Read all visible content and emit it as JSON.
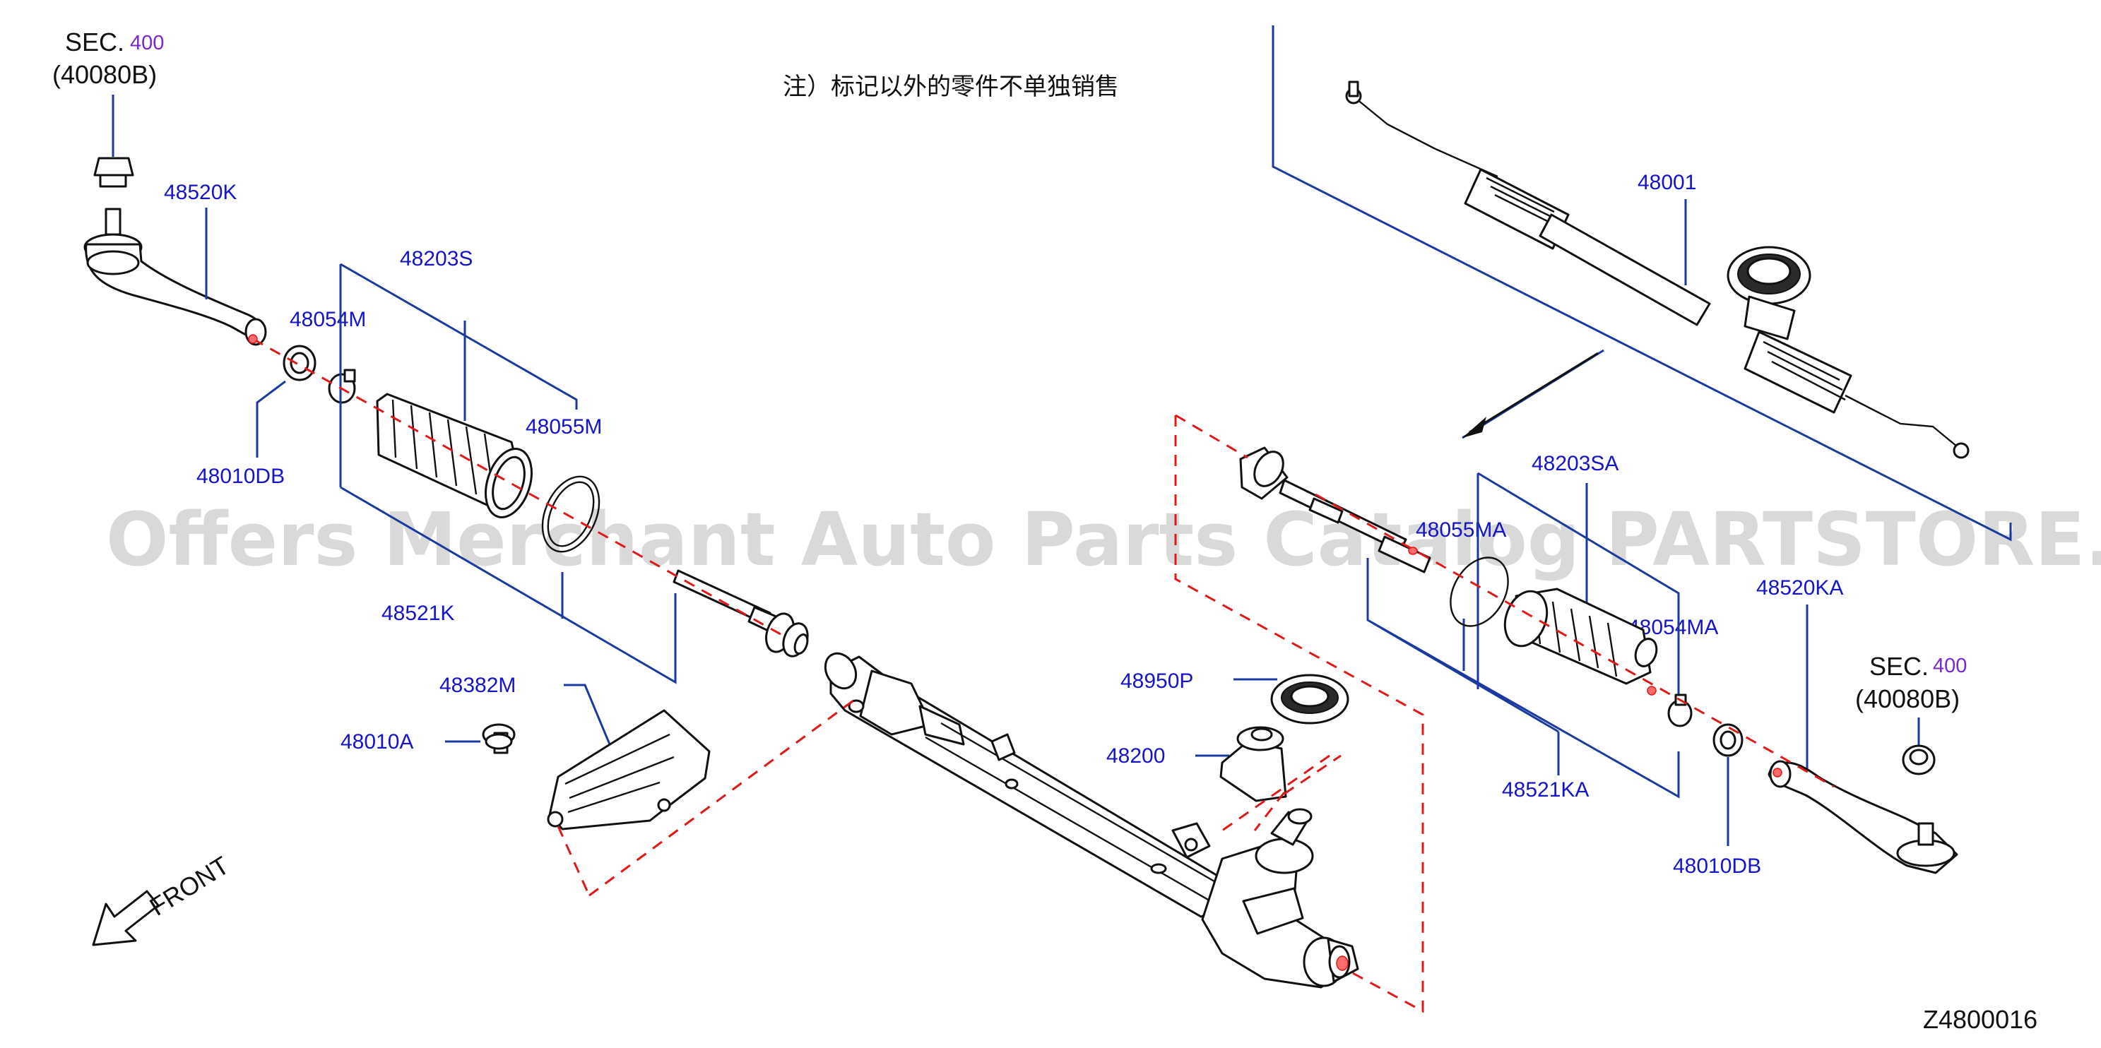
{
  "note": "注）标记以外的零件不单独销售",
  "watermark": "Offers Merchant Auto Parts Catalog PARTSTORE.SA",
  "diagram_code": "Z4800016",
  "front_label": "FRONT",
  "section_refs": {
    "left": {
      "prefix": "SEC.",
      "number": "400",
      "code": "(40080B)"
    },
    "right": {
      "prefix": "SEC.",
      "number": "400",
      "code": "(40080B)"
    }
  },
  "part_labels": {
    "p48520K": "48520K",
    "p48203S": "48203S",
    "p48054M": "48054M",
    "p48010DB_left": "48010DB",
    "p48055M": "48055M",
    "p48521K": "48521K",
    "p48382M": "48382M",
    "p48010A": "48010A",
    "p48001": "48001",
    "p48203SA": "48203SA",
    "p48055MA": "48055MA",
    "p48054MA": "48054MA",
    "p48520KA": "48520KA",
    "p48950P": "48950P",
    "p48200": "48200",
    "p48521KA": "48521KA",
    "p48010DB_right": "48010DB"
  },
  "colors": {
    "label_blue": "#1414c8",
    "leader_blue": "#1a3aa0",
    "dash_red": "#e01818",
    "sec_ref_purple": "#7a28c8"
  }
}
